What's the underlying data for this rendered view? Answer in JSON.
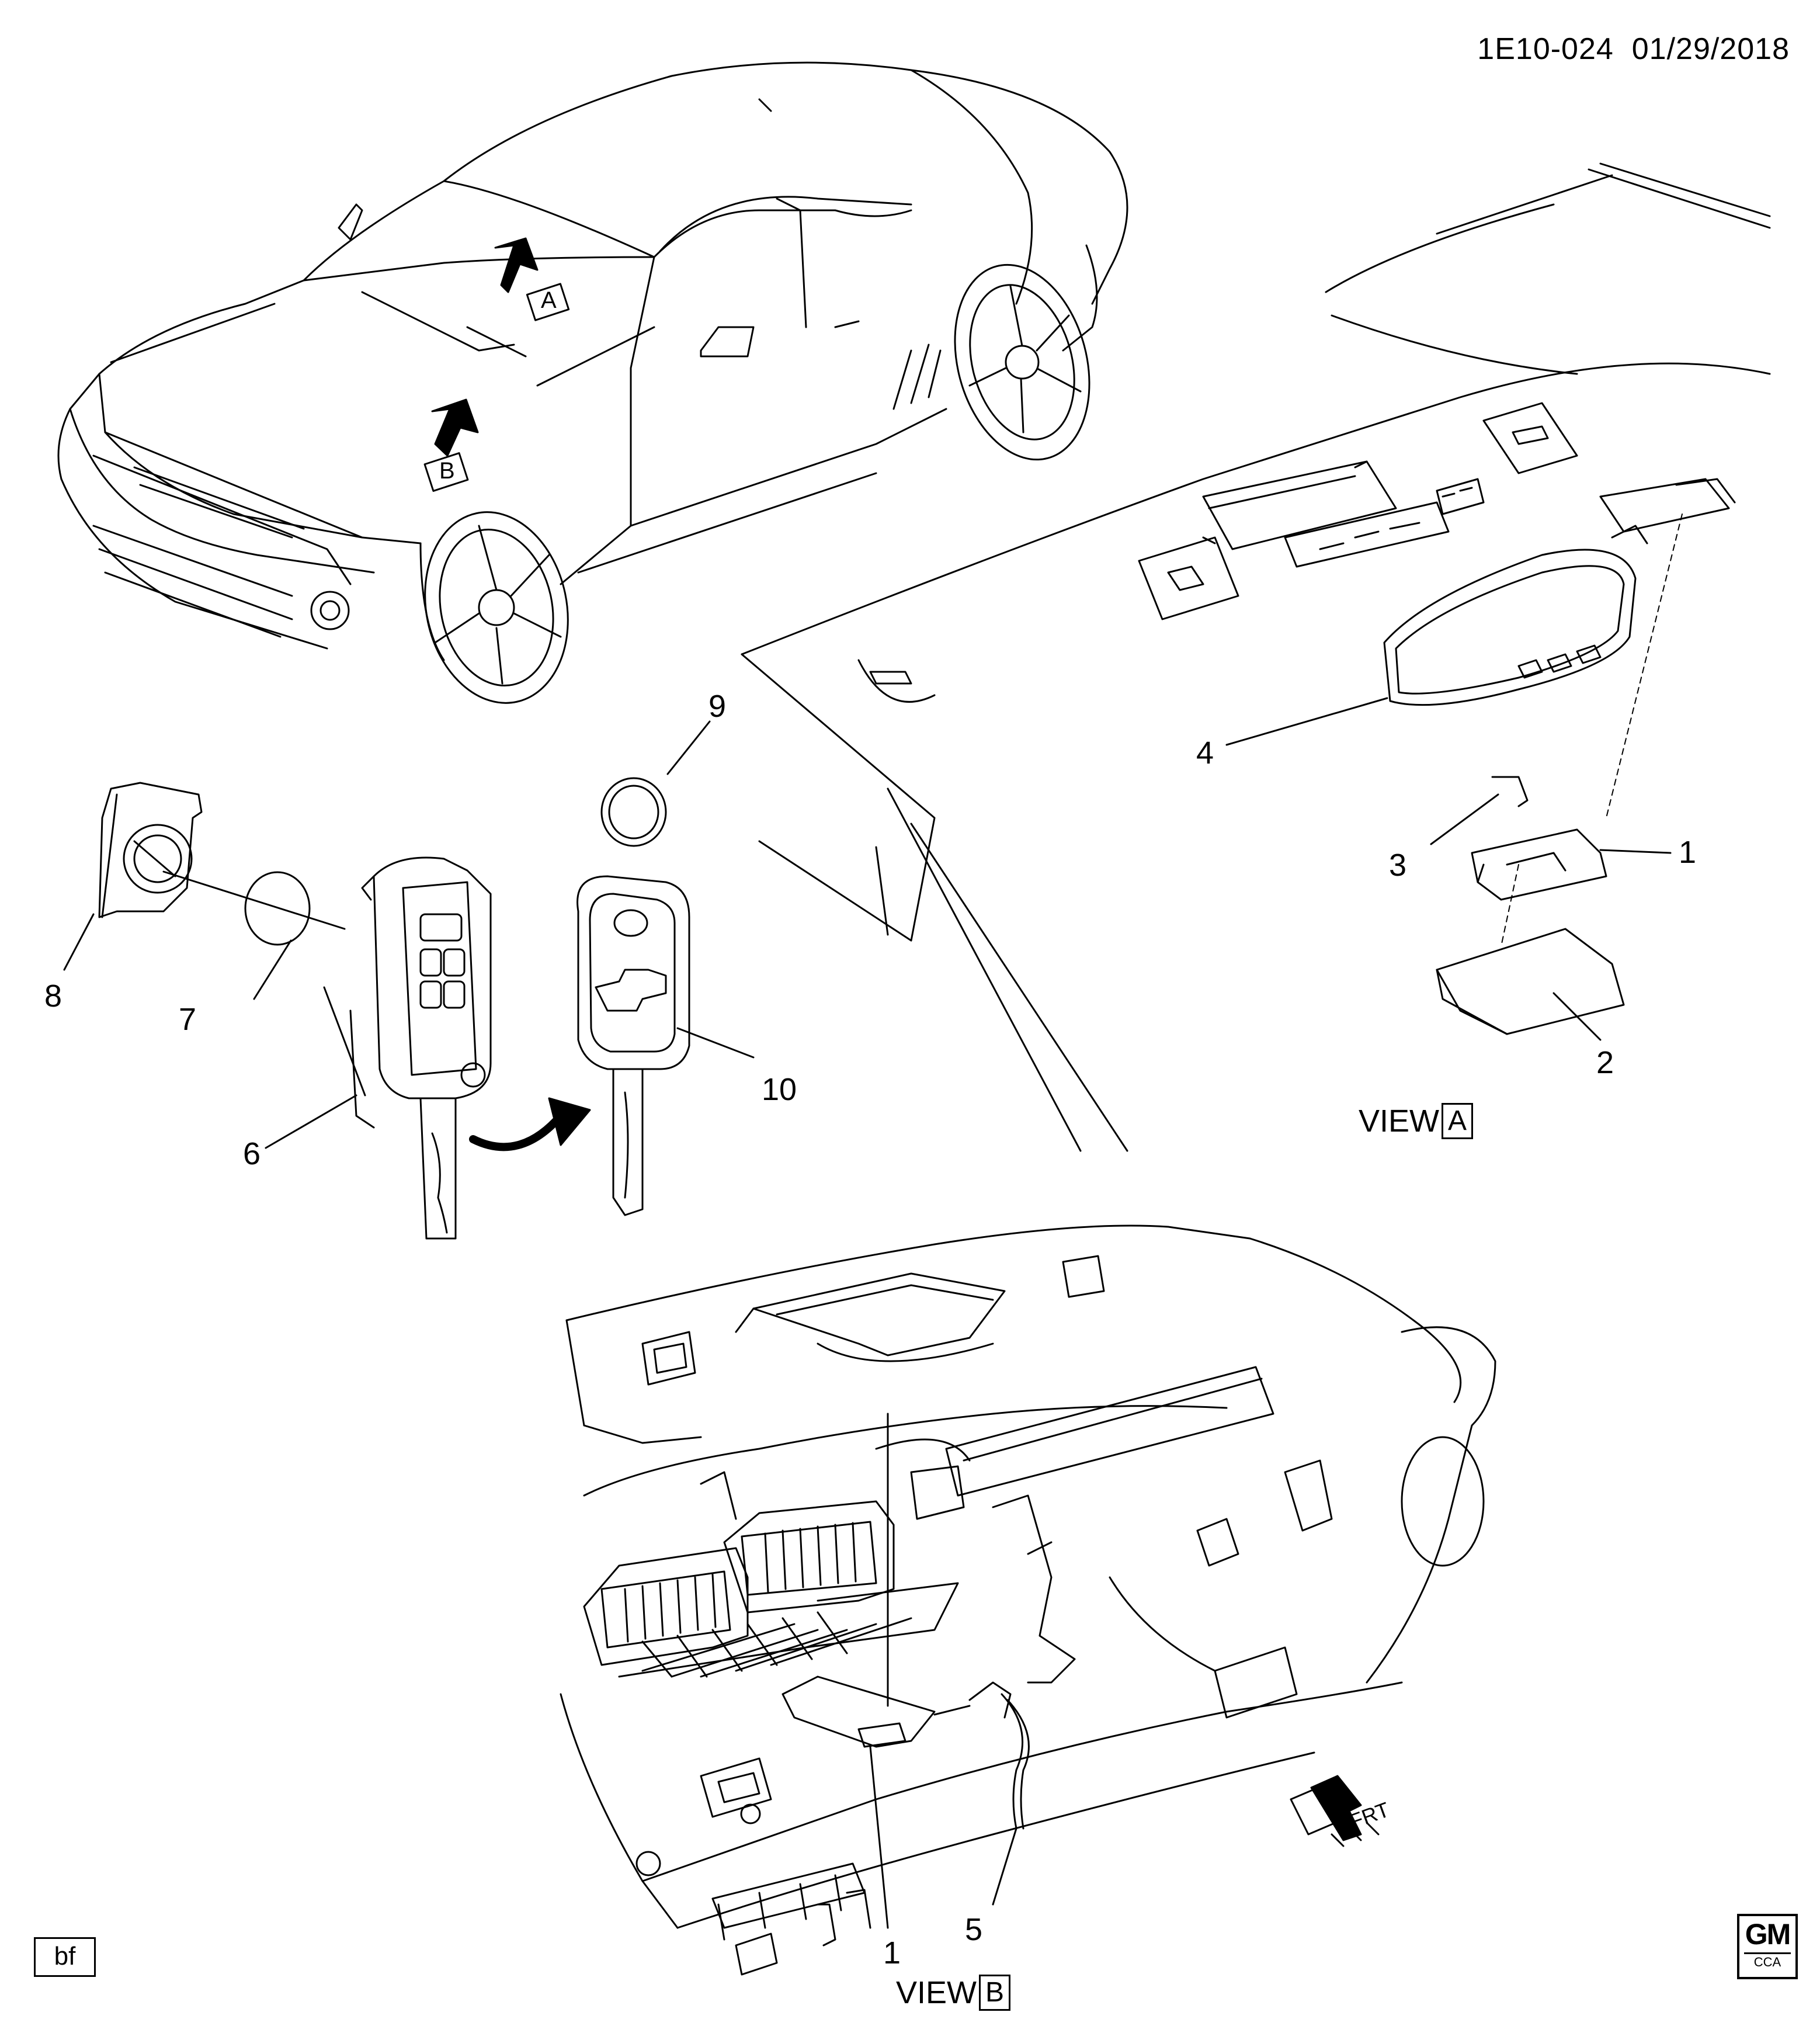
{
  "header": {
    "drawing_id": "1E10-024",
    "date": "01/29/2018"
  },
  "views": [
    {
      "prefix": "VIEW",
      "letter": "A"
    },
    {
      "prefix": "VIEW",
      "letter": "B"
    }
  ],
  "arrow_tags": {
    "a": "A",
    "b": "B"
  },
  "callouts": [
    {
      "id": "c1a",
      "text": "1"
    },
    {
      "id": "c2",
      "text": "2"
    },
    {
      "id": "c3",
      "text": "3"
    },
    {
      "id": "c4",
      "text": "4"
    },
    {
      "id": "c6",
      "text": "6"
    },
    {
      "id": "c7",
      "text": "7"
    },
    {
      "id": "c8",
      "text": "8"
    },
    {
      "id": "c9",
      "text": "9"
    },
    {
      "id": "c10",
      "text": "10"
    },
    {
      "id": "c1b",
      "text": "1"
    },
    {
      "id": "c5",
      "text": "5"
    }
  ],
  "front_indicator": "FRT",
  "footer": {
    "bf_tag": "bf",
    "logo_text": "GM",
    "logo_sub": "CCA"
  }
}
